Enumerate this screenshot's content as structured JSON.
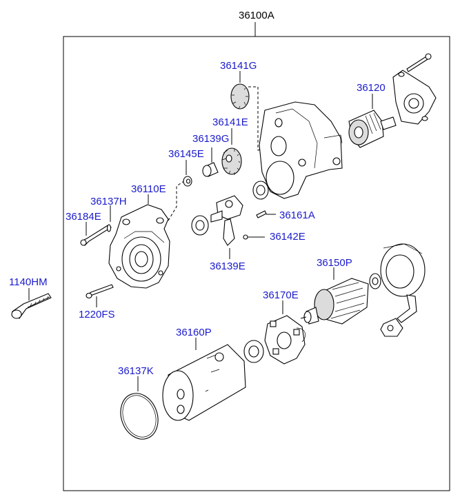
{
  "assembly_label": "36100A",
  "colors": {
    "link": "#1a1acd",
    "assembly": "#000000",
    "line": "#000000"
  },
  "parts": {
    "p36141G": "36141G",
    "p36120": "36120",
    "p36141E": "36141E",
    "p36139G": "36139G",
    "p36145E": "36145E",
    "p36110E": "36110E",
    "p36137H": "36137H",
    "p36184E": "36184E",
    "p36161A": "36161A",
    "p36142E": "36142E",
    "p36139E": "36139E",
    "p1140HM": "1140HM",
    "p36150P": "36150P",
    "p36170E": "36170E",
    "p1220FS": "1220FS",
    "p36160P": "36160P",
    "p36137K": "36137K"
  }
}
